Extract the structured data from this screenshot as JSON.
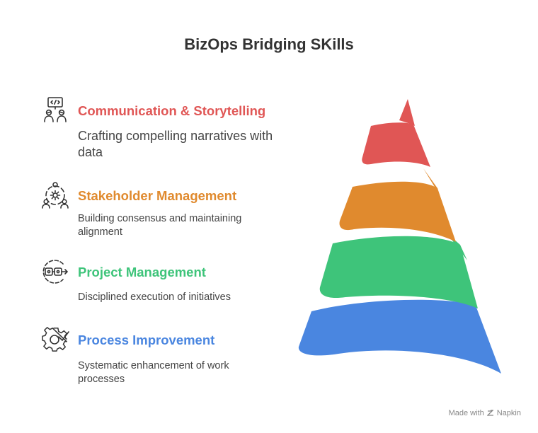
{
  "title": "BizOps Bridging SKills",
  "items": [
    {
      "title": "Communication & Storytelling",
      "description": "Crafting compelling narratives with data",
      "color": "#e05655",
      "icon": "presenter-code-icon"
    },
    {
      "title": "Stakeholder Management",
      "description": "Building consensus and maintaining alignment",
      "color": "#e08a2e",
      "icon": "people-network-gear-icon"
    },
    {
      "title": "Project Management",
      "description": "Disciplined execution of initiatives",
      "color": "#3ec47a",
      "icon": "workflow-arrow-icon"
    },
    {
      "title": "Process Improvement",
      "description": "Systematic enhancement of work processes",
      "color": "#4a86e0",
      "icon": "gear-check-icon"
    }
  ],
  "footer": {
    "prefix": "Made with",
    "brand": "Napkin"
  }
}
